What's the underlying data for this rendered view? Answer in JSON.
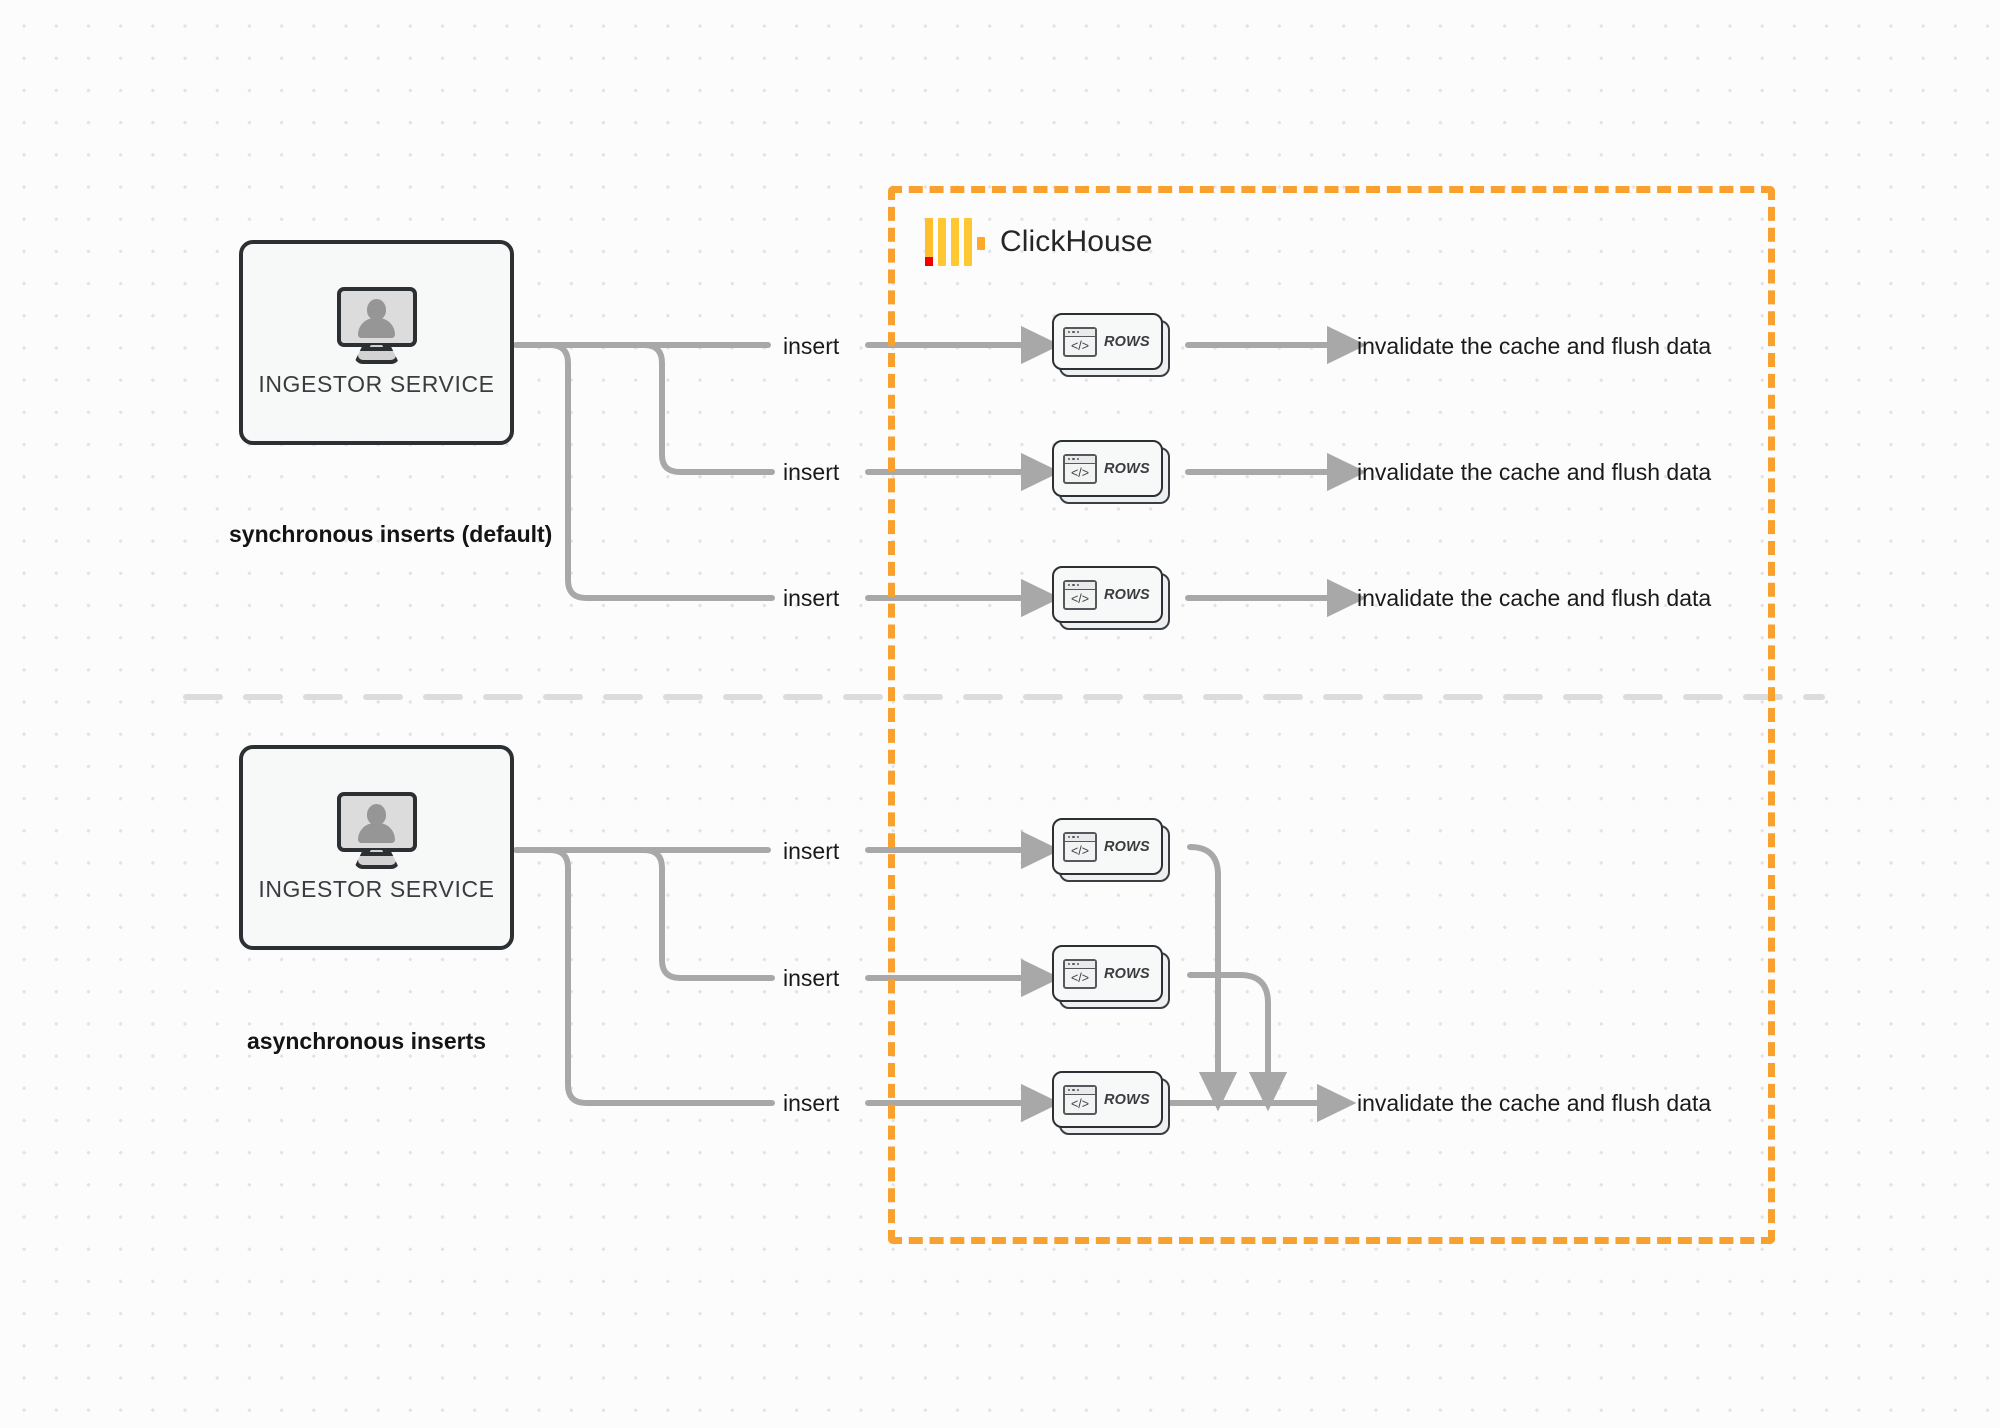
{
  "diagram": {
    "title": "ClickHouse synchronous vs asynchronous inserts",
    "background_color": "#fcfcfd",
    "accent_color": "#f9a12e"
  },
  "clickhouse_boundary": {
    "brand_label": "ClickHouse",
    "logo_name": "clickhouse-logo",
    "border_style": "dashed",
    "border_color": "#f9a12e"
  },
  "sections": [
    {
      "id": "synchronous",
      "caption": "synchronous inserts (default)",
      "service": {
        "label": "INGESTOR SERVICE",
        "icon": "monitor-user-icon"
      },
      "rows": [
        {
          "insert_label": "insert",
          "card_label": "ROWS",
          "card_icon": "code-window-icon",
          "result_label": "invalidate the cache and flush data"
        },
        {
          "insert_label": "insert",
          "card_label": "ROWS",
          "card_icon": "code-window-icon",
          "result_label": "invalidate the cache and flush data"
        },
        {
          "insert_label": "insert",
          "card_label": "ROWS",
          "card_icon": "code-window-icon",
          "result_label": "invalidate the cache and flush data"
        }
      ]
    },
    {
      "id": "asynchronous",
      "caption": "asynchronous inserts",
      "service": {
        "label": "INGESTOR SERVICE",
        "icon": "monitor-user-icon"
      },
      "rows": [
        {
          "insert_label": "insert",
          "card_label": "ROWS",
          "card_icon": "code-window-icon",
          "result_label": ""
        },
        {
          "insert_label": "insert",
          "card_label": "ROWS",
          "card_icon": "code-window-icon",
          "result_label": ""
        },
        {
          "insert_label": "insert",
          "card_label": "ROWS",
          "card_icon": "code-window-icon",
          "result_label": "invalidate the cache and flush data"
        }
      ],
      "merged_result_label": "invalidate the cache and flush data"
    }
  ]
}
